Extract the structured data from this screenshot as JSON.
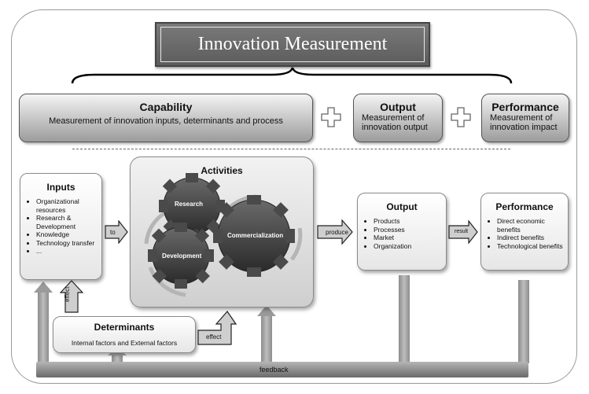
{
  "title": "Innovation Measurement",
  "capability": {
    "heading": "Capability",
    "text": "Measurement of innovation inputs, determinants and process"
  },
  "output_top": {
    "heading": "Output",
    "text1": "Measurement of",
    "text2": "innovation output"
  },
  "performance_top": {
    "heading": "Performance",
    "text1": "Measurement of",
    "text2": "innovation impact"
  },
  "inputs": {
    "heading": "Inputs",
    "items": [
      "Organizational resources",
      "Research & Development",
      "Knowledge",
      "Technology transfer",
      "..."
    ]
  },
  "activities": {
    "heading": "Activities",
    "gears": {
      "research": "Research",
      "development": "Development",
      "commercialization": "Commercialization"
    }
  },
  "output": {
    "heading": "Output",
    "items": [
      "Products",
      "Processes",
      "Market",
      "Organization"
    ]
  },
  "performance": {
    "heading": "Performance",
    "items": [
      "Direct economic benefits",
      "Indirect benefits",
      "Technological benefits"
    ]
  },
  "determinants": {
    "heading": "Determinants",
    "text": "Internal factors and External factors"
  },
  "arrows": {
    "to": "to",
    "produce": "produce",
    "result": "result",
    "effect_inputs": "effect",
    "effect_activities": "effect"
  },
  "feedback": "feedback"
}
